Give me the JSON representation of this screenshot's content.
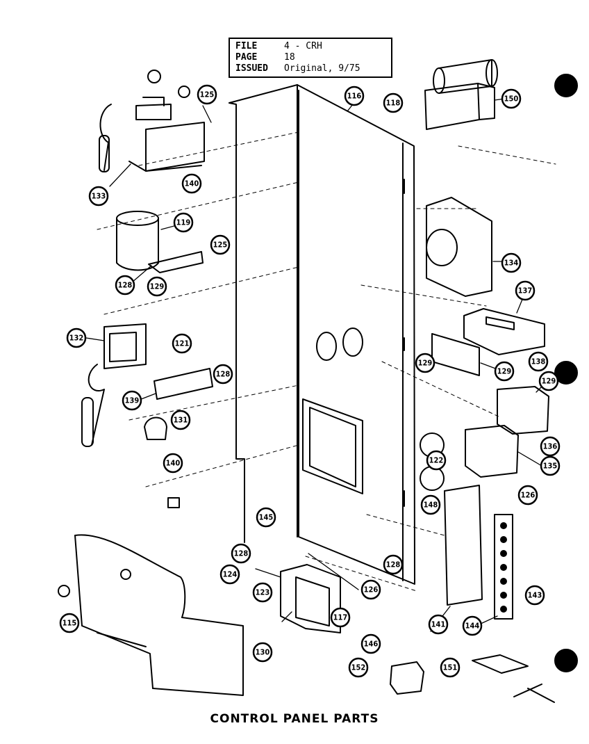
{
  "header": {
    "file_label": "FILE",
    "file_value": "4 - CRH",
    "page_label": "PAGE",
    "page_value": "18",
    "issued_label": "ISSUED",
    "issued_value": "Original, 9/75"
  },
  "caption": "CONTROL PANEL PARTS",
  "callouts": [
    "116",
    "118",
    "125",
    "133",
    "140",
    "119",
    "125",
    "128",
    "129",
    "132",
    "121",
    "128",
    "139",
    "131",
    "140",
    "145",
    "128",
    "124",
    "123",
    "128",
    "126",
    "115",
    "130",
    "117",
    "146",
    "141",
    "144",
    "143",
    "152",
    "151",
    "150",
    "134",
    "137",
    "129",
    "138",
    "129",
    "136",
    "129",
    "135",
    "122",
    "148",
    "126"
  ]
}
